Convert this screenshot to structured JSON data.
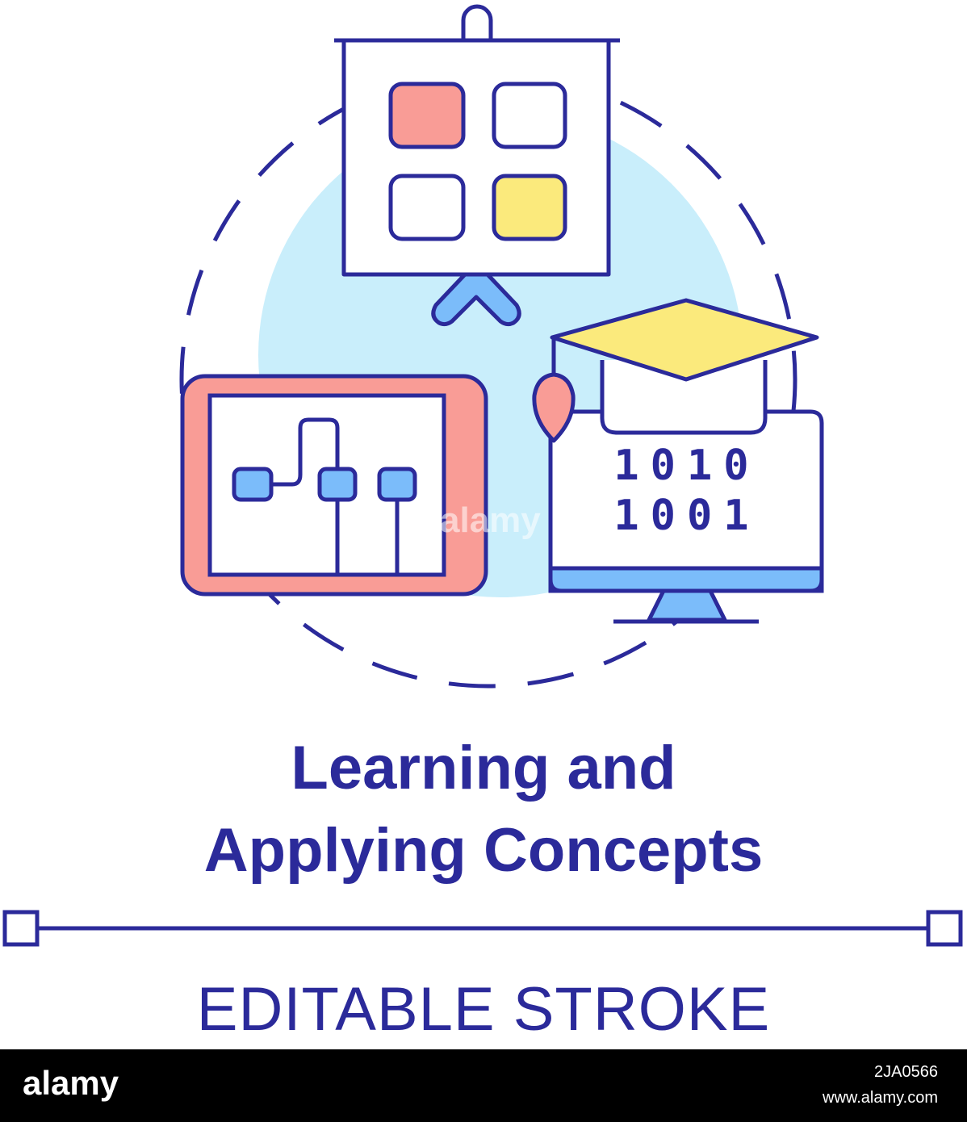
{
  "title": {
    "line1": "Learning and",
    "line2": "Applying Concepts"
  },
  "subtitle": "EDITABLE STROKE",
  "binary": {
    "line1": "1010",
    "line2": "1001"
  },
  "watermark": "alamy",
  "footer": {
    "logo": "alamy",
    "image_id": "2JA0566",
    "site": "www.alamy.com"
  },
  "colors": {
    "stroke": "#2b2a9a",
    "red": "#f99c96",
    "yellow": "#fbea7c",
    "blue": "#7bbcfa",
    "light_blue": "#c9eefb"
  },
  "icons": [
    "presentation-board-icon",
    "tablet-diagram-icon",
    "graduation-cap-icon",
    "monitor-binary-icon",
    "location-pin-icon"
  ]
}
